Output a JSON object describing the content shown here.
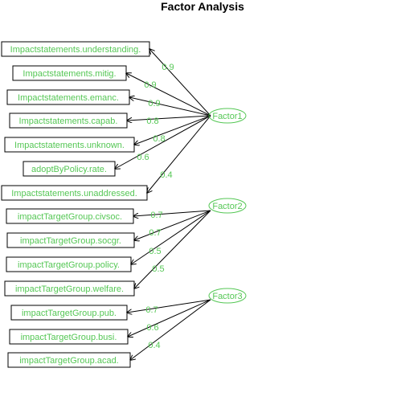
{
  "title": "Factor Analysis",
  "colors": {
    "text_accent": "#55c755",
    "lines": "#000000"
  },
  "factors": [
    {
      "id": "Factor1",
      "label": "Factor1"
    },
    {
      "id": "Factor2",
      "label": "Factor2"
    },
    {
      "id": "Factor3",
      "label": "Factor3"
    }
  ],
  "variables": [
    {
      "label": "Impactstatements.understanding.",
      "factor": "Factor1",
      "loading": "0.9"
    },
    {
      "label": "Impactstatements.mitig.",
      "factor": "Factor1",
      "loading": "0.9"
    },
    {
      "label": "Impactstatements.emanc.",
      "factor": "Factor1",
      "loading": "0.9"
    },
    {
      "label": "Impactstatements.capab.",
      "factor": "Factor1",
      "loading": "0.8"
    },
    {
      "label": "Impactstatements.unknown.",
      "factor": "Factor1",
      "loading": "0.8"
    },
    {
      "label": "adoptByPolicy.rate.",
      "factor": "Factor1",
      "loading": "0.6"
    },
    {
      "label": "Impactstatements.unaddressed.",
      "factor": "Factor1",
      "loading": "0.4"
    },
    {
      "label": "impactTargetGroup.civsoc.",
      "factor": "Factor2",
      "loading": "0.7"
    },
    {
      "label": "impactTargetGroup.socgr.",
      "factor": "Factor2",
      "loading": "0.7"
    },
    {
      "label": "impactTargetGroup.policy.",
      "factor": "Factor2",
      "loading": "0.5"
    },
    {
      "label": "impactTargetGroup.welfare.",
      "factor": "Factor2",
      "loading": "0.5"
    },
    {
      "label": "impactTargetGroup.pub.",
      "factor": "Factor3",
      "loading": "0.7"
    },
    {
      "label": "impactTargetGroup.busi.",
      "factor": "Factor3",
      "loading": "0.6"
    },
    {
      "label": "impactTargetGroup.acad.",
      "factor": "Factor3",
      "loading": "0.4"
    }
  ]
}
